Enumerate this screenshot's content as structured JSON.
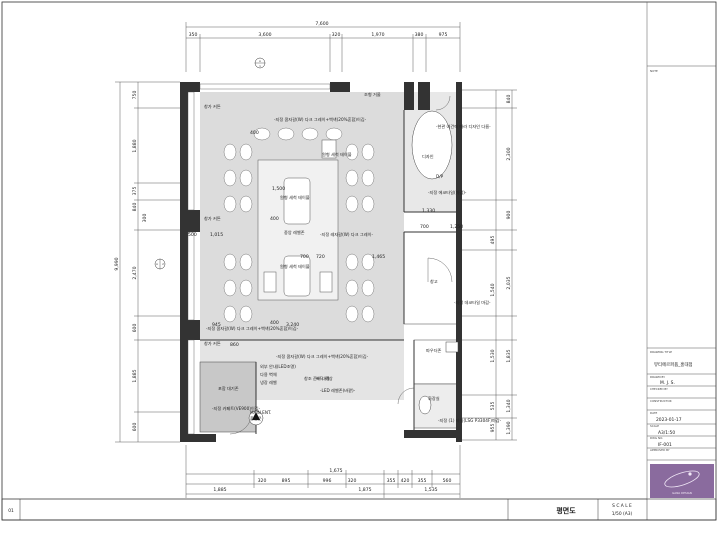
{
  "plan": {
    "dims_top": [
      "7,600",
      "350",
      "3,600",
      "320",
      "1,970",
      "380",
      "975"
    ],
    "dims_bottom": [
      "1,885",
      "1,675",
      "355",
      "420",
      "355",
      "560",
      "320",
      "895",
      "996",
      "320",
      "1,875",
      "1,535"
    ],
    "dims_left": [
      "9,990",
      "750",
      "1,880",
      "375",
      "840",
      "300",
      "2,470",
      "600",
      "1,885",
      "600"
    ],
    "dims_right": [
      "840",
      "2,300",
      "900",
      "495",
      "2,035",
      "1,540",
      "1,835",
      "1,530",
      "535",
      "1,340",
      "955",
      "1,390"
    ],
    "dims_inner": [
      "400",
      "1,500",
      "1,015",
      "500",
      "1,465",
      "720",
      "700",
      "3,240",
      "945",
      "1,330",
      "1,250",
      "700",
      "400",
      "860",
      "400"
    ],
    "markers": [
      "A",
      "1",
      "A",
      "2"
    ],
    "room_labels": [
      "창가 커튼",
      "-지정 콤자갈(W) 다크 그레이+백색(20%혼합)이깁-",
      "-지정 레자갈(W) 다크 그레이-",
      "-지정 콤자갈(W) 다크 그레이+백색(20%혼합)이깁-",
      "창가 커튼",
      "원형 세척 테이블",
      "중앙 레벨존",
      "원형 세척 테이블",
      "원형 세척 테이블",
      "-지정 콤자갈(W) 다크 그레이+백색(20%혼합)이깁-",
      "창가 커튼",
      "외부 안내(LED조명)",
      "다용 벽체",
      "-지정 카페트(VE900)이깁-",
      "포함 대기존",
      "-LED 레벨존(바깥)-",
      "냉장 레벨",
      "창조 준비 내장",
      "조형 거울",
      "바닥 색상",
      "-현관 여건에 따라 디자인 다름-",
      "디자인",
      "D/P",
      "-지정 에코타일(마감)-",
      "창고",
      "-지정 데코타일 마감-",
      "화장실",
      "-지정 (1) 타일(LSG P3304F)마감-",
      "파우더존",
      "MAIN ENT.",
      "출입문"
    ]
  },
  "title_block": {
    "sections": [
      "NOTE",
      "DRAWING TITLE",
      "DRAWN BY",
      "CHECKED BY",
      "CONSTRUCTOR",
      "DATE",
      "SCALE",
      "DWG NO.",
      "APPROVED BY"
    ],
    "project": "뷰티에르퍼퓸_홍대점",
    "drawn_by": "M. J. S.",
    "date": "2023-01-17",
    "scale": "A3/1:50",
    "dwg_no": "IF-001",
    "logo_text": "GANA DESIGN"
  },
  "footer": {
    "page_no": "01",
    "drawing_name": "평면도",
    "scale_label": "S C A L E",
    "scale_value": "1/50 (A3)"
  }
}
